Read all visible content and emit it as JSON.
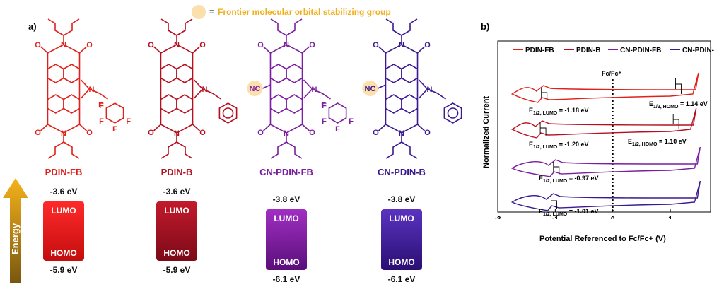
{
  "header": {
    "legend_equals": "=",
    "legend_text": "Frontier molecular orbital stabilizing group"
  },
  "panel_a": {
    "label": "a)",
    "energy_label": "Energy",
    "molecules": [
      {
        "name": "PDIN-FB",
        "color": "#e0201b",
        "lumo_ev": "-3.6 eV",
        "homo_ev": "-5.9 eV",
        "has_cn": false,
        "fluorinated": true
      },
      {
        "name": "PDIN-B",
        "color": "#b5101f",
        "lumo_ev": "-3.6 eV",
        "homo_ev": "-5.9 eV",
        "has_cn": false,
        "fluorinated": false
      },
      {
        "name": "CN-PDIN-FB",
        "color": "#7a1fa0",
        "lumo_ev": "-3.8 eV",
        "homo_ev": "-6.1 eV",
        "has_cn": true,
        "fluorinated": true
      },
      {
        "name": "CN-PDIN-B",
        "color": "#3b1a8f",
        "lumo_ev": "-3.8 eV",
        "homo_ev": "-6.1 eV",
        "has_cn": true,
        "fluorinated": false
      }
    ],
    "lumo_label": "LUMO",
    "homo_label": "HOMO",
    "cn_label": "NC",
    "f_label": "F",
    "n_label": "N",
    "o_label": "O"
  },
  "panel_b": {
    "label": "b)",
    "fc_label": "Fc/Fc⁺",
    "xlabel": "Potential Referenced to Fc/Fc+ (V)",
    "ylabel": "Normalized Current",
    "annotations": {
      "lumo_1": "= -1.18 eV",
      "homo_1": "= 1.14 eV",
      "lumo_2": "= -1.20 eV",
      "homo_2": "= 1.10 eV",
      "lumo_3": "= -0.97 eV",
      "lumo_4": "= -1.01 eV",
      "e_main": "E",
      "sub_lumo": "1/2, LUMO",
      "sub_homo": "1/2, HOMO"
    }
  },
  "chart_data": {
    "type": "line",
    "xlabel": "Potential Referenced to Fc/Fc+ (V)",
    "ylabel": "Normalized Current",
    "xlim": [
      -2,
      1.7
    ],
    "xticks": [
      "-2",
      "-1",
      "0",
      "1"
    ],
    "legend_position": "top",
    "series": [
      {
        "name": "PDIN-FB",
        "color": "#e0201b",
        "e_lumo": -1.18,
        "e_homo": 1.14
      },
      {
        "name": "PDIN-B",
        "color": "#b5101f",
        "e_lumo": -1.2,
        "e_homo": 1.1
      },
      {
        "name": "CN-PDIN-FB",
        "color": "#7a1fa0",
        "e_lumo": -0.97
      },
      {
        "name": "CN-PDIN-B",
        "color": "#3b1a8f",
        "e_lumo": -1.01
      }
    ]
  }
}
